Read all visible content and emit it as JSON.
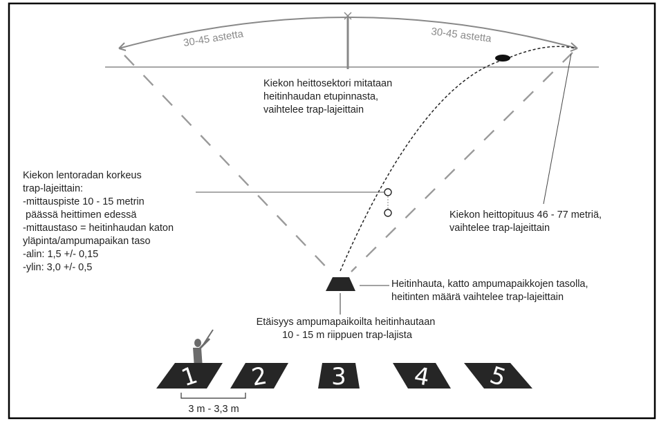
{
  "diagram": {
    "arc_label_left": "30-45 astetta",
    "arc_label_right": "30-45 astetta",
    "sector_note": [
      "Kiekon heittosektori mitataan",
      "heitinhaudan etupinnasta,",
      "vaihtelee trap-lajeittain"
    ],
    "height_note": [
      "Kiekon lentoradan korkeus",
      "trap-lajeittain:",
      "-mittauspiste 10 - 15 metrin",
      " päässä heittimen edessä",
      "-mittaustaso = heitinhaudan katon",
      "yläpinta/ampumapaikan taso",
      "-alin: 1,5 +/- 0,15",
      "-ylin: 3,0 +/- 0,5"
    ],
    "distance_note": [
      "Kiekon heittopituus 46 - 77 metriä,",
      "vaihtelee trap-lajeittain"
    ],
    "trap_house_note": [
      "Heitinhauta, katto ampumapaikkojen tasolla,",
      "heitinten määrä vaihtelee trap-lajeittain"
    ],
    "station_distance_note": [
      "Etäisyys ampumapaikoilta heitinhautaan",
      "10 - 15 m riippuen trap-lajista"
    ],
    "station_spacing_label": "3 m - 3,3 m",
    "stations": [
      "1",
      "2",
      "3",
      "4",
      "5"
    ],
    "colors": {
      "frame": "#000000",
      "guide_line": "#888888",
      "sector_dash": "#9a9a9a",
      "pad": "#262626",
      "text": "#222222",
      "arc_label": "#8a8a8a"
    }
  }
}
